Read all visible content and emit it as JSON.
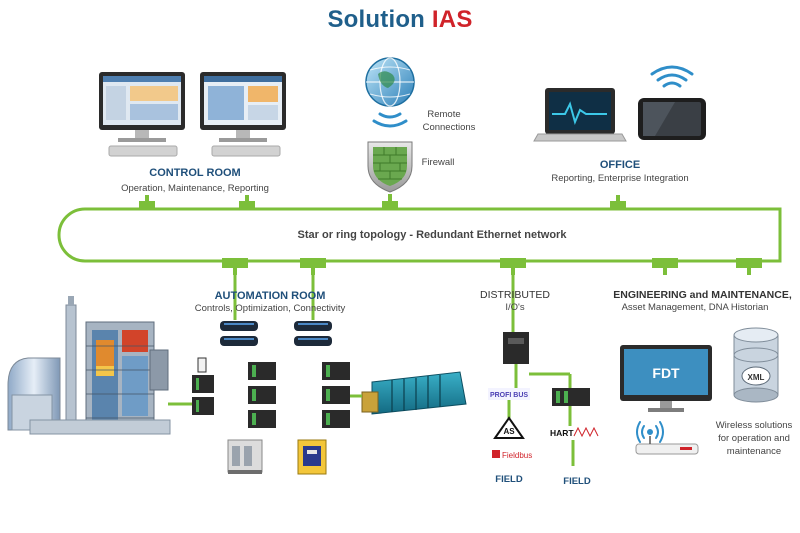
{
  "title": {
    "part1": "Solution",
    "part2": "IAS"
  },
  "network": {
    "label": "Star or ring topology  -  Redundant Ethernet network"
  },
  "control_room": {
    "title": "CONTROL ROOM",
    "subtitle": "Operation, Maintenance, Reporting"
  },
  "remote": {
    "line1": "Remote",
    "line2": "Connections"
  },
  "firewall": {
    "label": "Firewall"
  },
  "office": {
    "title": "OFFICE",
    "subtitle": "Reporting, Enterprise Integration"
  },
  "automation_room": {
    "title": "AUTOMATION ROOM",
    "subtitle": "Controls, Optimization, Connectivity"
  },
  "distributed": {
    "line1": "DISTRIBUTED",
    "line2": "I/O's"
  },
  "engineering": {
    "title": "ENGINEERING and MAINTENANCE,",
    "subtitle": "Asset Management, DNA Historian"
  },
  "fdt": {
    "label": "FDT"
  },
  "xml": {
    "label": "XML"
  },
  "wireless": {
    "line1": "Wireless solutions",
    "line2": "for operation and",
    "line3": "maintenance"
  },
  "field1": {
    "label": "FIELD"
  },
  "field2": {
    "label": "FIELD"
  },
  "protocols": {
    "profibus": "PROFI BUS",
    "asi": "AS",
    "fieldbus": "Fieldbus",
    "hart": "HART"
  },
  "colors": {
    "network": "#7cbf3a",
    "heading": "#1f4f7a",
    "accent": "#d0232a"
  }
}
